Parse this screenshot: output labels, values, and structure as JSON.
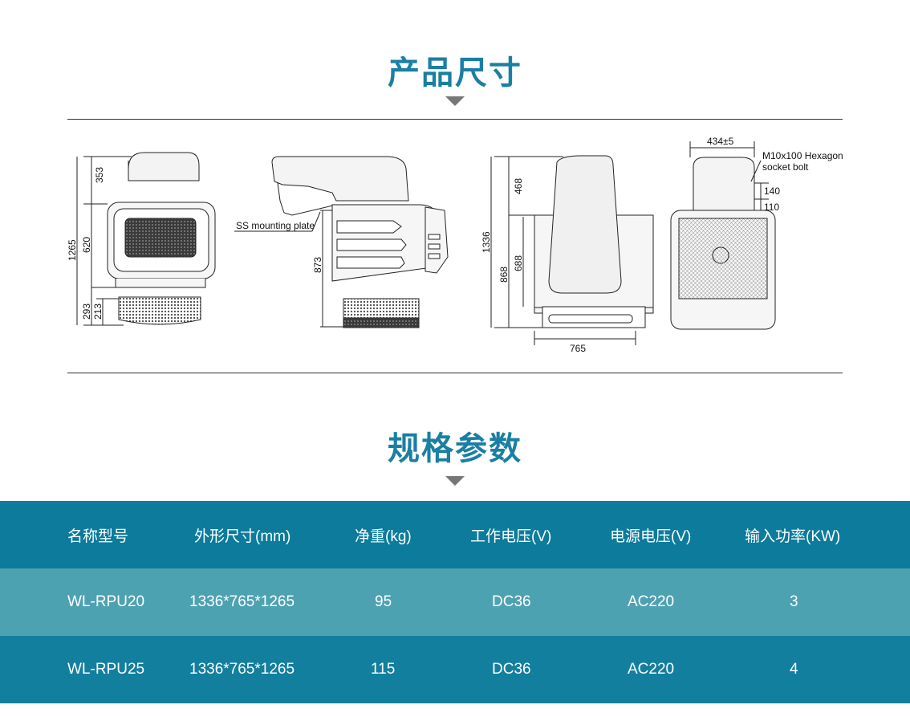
{
  "section1": {
    "title": "产品尺寸"
  },
  "section2": {
    "title": "规格参数"
  },
  "drawing": {
    "labels": {
      "d353": "353",
      "d620": "620",
      "d1265": "1265",
      "d293": "293",
      "d213": "213",
      "mount": "SS mounting plate",
      "d873": "873",
      "d1336": "1336",
      "d468": "468",
      "d868": "868",
      "d688": "688",
      "d765": "765",
      "d434": "434±5",
      "bolt1": "M10x100 Hexagon",
      "bolt2": "socket bolt",
      "d140": "140",
      "d110": "110"
    }
  },
  "table": {
    "headers": [
      "名称型号",
      "外形尺寸(mm)",
      "净重(kg)",
      "工作电压(V)",
      "电源电压(V)",
      "输入功率(KW)"
    ],
    "rows": [
      [
        "WL-RPU20",
        "1336*765*1265",
        "95",
        "DC36",
        "AC220",
        "3"
      ],
      [
        "WL-RPU25",
        "1336*765*1265",
        "115",
        "DC36",
        "AC220",
        "4"
      ]
    ]
  },
  "colors": {
    "accent": "#1a7fa3",
    "header_row": "#0c7b9c",
    "row_light": "#4da2b2",
    "row_dark": "#137f9f"
  }
}
